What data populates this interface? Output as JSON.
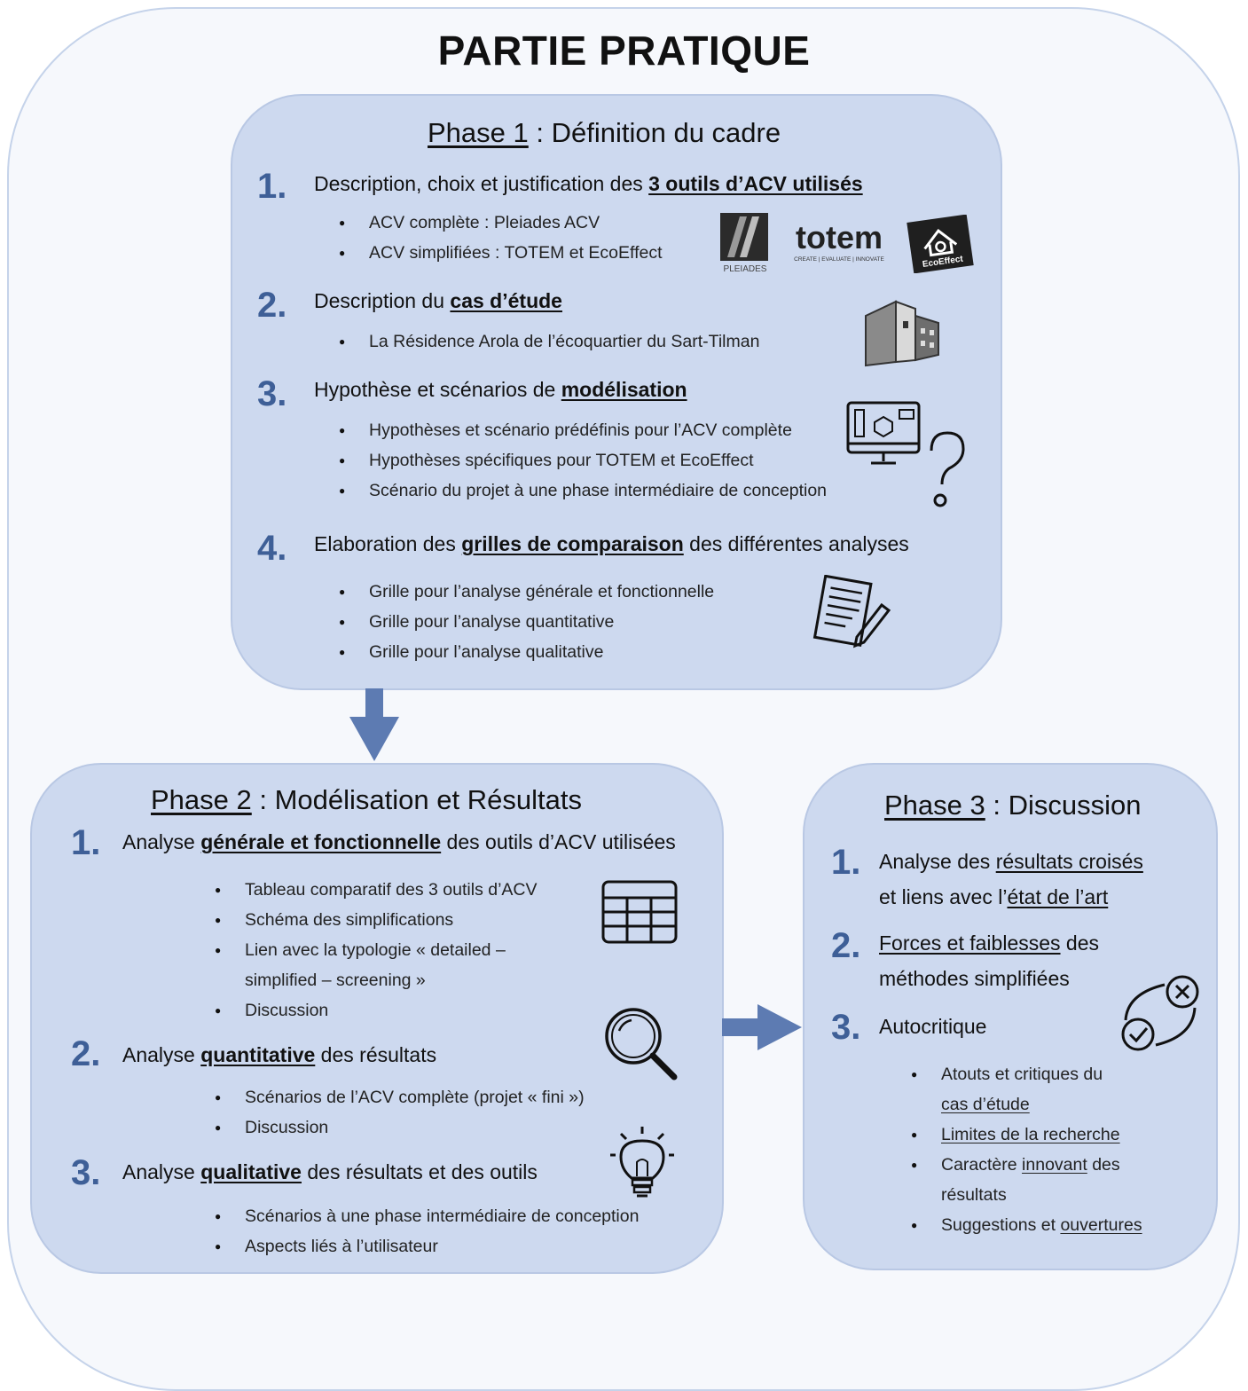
{
  "title": "PARTIE PRATIQUE",
  "phase1": {
    "label": "Phase 1",
    "title": " : Définition du cadre",
    "steps": [
      {
        "num": "1.",
        "pre": "Description, choix et justification des ",
        "key": "3 outils d’ACV utilisés",
        "post": "",
        "bullets": [
          "ACV complète : Pleiades ACV",
          "ACV simplifiées : TOTEM et EcoEffect"
        ]
      },
      {
        "num": "2.",
        "pre": "Description du ",
        "key": "cas d’étude",
        "post": "",
        "bullets": [
          "La Résidence Arola de l’écoquartier du Sart-Tilman"
        ]
      },
      {
        "num": "3.",
        "pre": "Hypothèse et scénarios de ",
        "key": "modélisation",
        "post": "",
        "bullets": [
          "Hypothèses et scénario prédéfinis pour l’ACV complète",
          "Hypothèses spécifiques pour TOTEM et EcoEffect",
          "Scénario du projet à une phase intermédiaire de conception"
        ]
      },
      {
        "num": "4.",
        "pre": "Elaboration des ",
        "key": "grilles de comparaison",
        "post": " des différentes analyses",
        "bullets": [
          "Grille pour l’analyse générale et fonctionnelle",
          "Grille pour l’analyse quantitative",
          "Grille pour l’analyse qualitative"
        ]
      }
    ],
    "logos": {
      "pleiades": "PLEIADES",
      "totem": "totem",
      "totem_tagline": "CREATE | EVALUATE | INNOVATE",
      "ecoeffect": "EcoEffect"
    }
  },
  "phase2": {
    "label": "Phase 2",
    "title": " : Modélisation et Résultats",
    "steps": [
      {
        "num": "1.",
        "pre": "Analyse ",
        "key": "générale et fonctionnelle",
        "post": " des outils d’ACV utilisées",
        "bullets": [
          "Tableau comparatif des 3 outils d’ACV",
          "Schéma des simplifications",
          "Lien avec la typologie « detailed –",
          "simplified – screening »",
          "Discussion"
        ]
      },
      {
        "num": "2.",
        "pre": "Analyse ",
        "key": "quantitative",
        "post": " des résultats",
        "bullets": [
          "Scénarios de l’ACV complète (projet « fini »)",
          "Discussion"
        ]
      },
      {
        "num": "3.",
        "pre": "Analyse ",
        "key": "qualitative",
        "post": " des résultats et des outils",
        "bullets": [
          "Scénarios à une phase intermédiaire de conception",
          "Aspects liés à l’utilisateur"
        ]
      }
    ]
  },
  "phase3": {
    "label": "Phase 3",
    "title": " : Discussion",
    "steps": [
      {
        "num": "1.",
        "l1_pre": "Analyse des ",
        "l1_key": "résultats croisés",
        "l2_pre": "et liens avec l’",
        "l2_key": "état de l’art"
      },
      {
        "num": "2.",
        "l1_key": "Forces et faiblesses",
        "l1_post": " des",
        "l2": "méthodes simplifiées"
      },
      {
        "num": "3.",
        "head": "Autocritique",
        "bullets": [
          {
            "pre": "Atouts et critiques du",
            "key": "",
            "post": ""
          },
          {
            "pre": "",
            "key": "cas d’étude",
            "post": ""
          },
          {
            "pre": "",
            "key": "Limites de la recherche",
            "post": ""
          },
          {
            "pre": "Caractère ",
            "key": "innovant",
            "post": " des"
          },
          {
            "pre": "résultats",
            "key": "",
            "post": ""
          },
          {
            "pre": "Suggestions et ",
            "key": "ouvertures",
            "post": ""
          }
        ]
      }
    ]
  }
}
